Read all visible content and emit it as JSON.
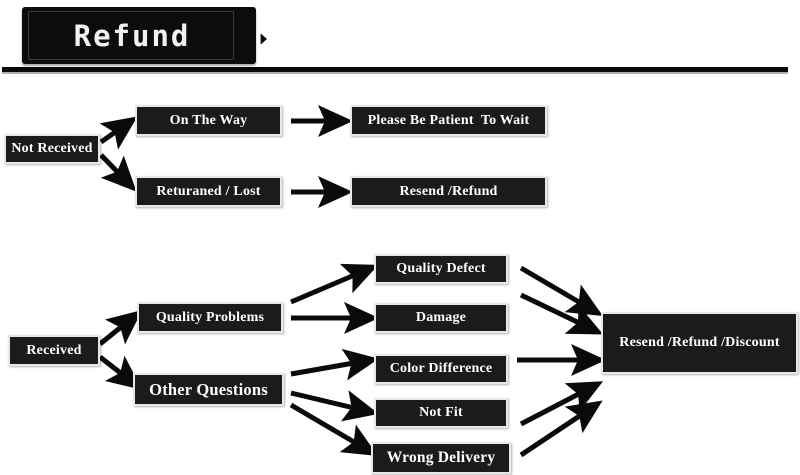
{
  "header": {
    "title": "Refund",
    "play_icon": "play-in-lens-icon"
  },
  "diagram": {
    "type": "flowchart",
    "top_flow": {
      "root": "Not Received",
      "branches": [
        {
          "condition": "On The Way",
          "outcome": "Please Be Patient  To Wait"
        },
        {
          "condition": "Returaned / Lost",
          "outcome": "Resend /Refund"
        }
      ]
    },
    "bottom_flow": {
      "root": "Received",
      "categories": [
        {
          "label": "Quality Problems",
          "reasons": [
            "Quality Defect",
            "Damage"
          ]
        },
        {
          "label": "Other Questions",
          "reasons": [
            "Color Difference",
            "Not Fit",
            "Wrong Delivery"
          ]
        }
      ],
      "outcome": "Resend /Refund /Discount"
    }
  },
  "nodes": {
    "not_received": "Not Received",
    "on_the_way": "On The Way",
    "please_be_patient": "Please Be Patient  To Wait",
    "returaned_lost": "Returaned / Lost",
    "resend_refund": "Resend /Refund",
    "received": "Received",
    "quality_problems": "Quality Problems",
    "other_questions": "Other Questions",
    "quality_defect": "Quality Defect",
    "damage": "Damage",
    "color_difference": "Color Difference",
    "not_fit": "Not Fit",
    "wrong_delivery": "Wrong Delivery",
    "resend_refund_discount": "Resend /Refund /Discount"
  },
  "colors": {
    "box_fill": "#1b1b1b",
    "box_border": "#e8e8e8",
    "text": "#ffffff",
    "background": "#ffffff",
    "arrow": "#0a0a0a"
  }
}
